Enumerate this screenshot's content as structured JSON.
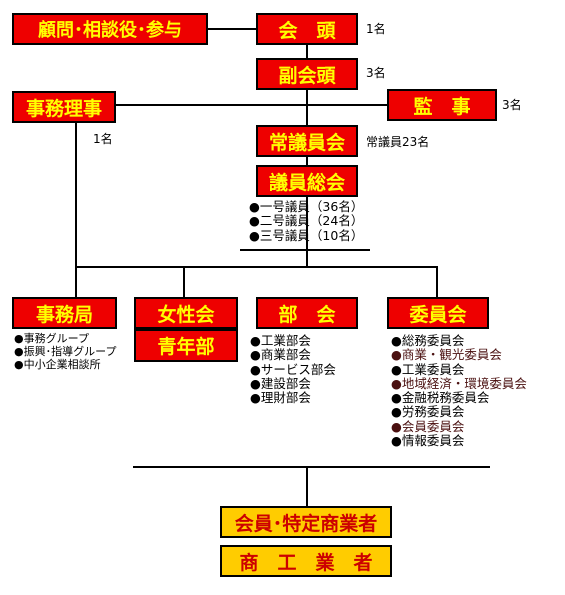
{
  "colors": {
    "box_red": "#ee0000",
    "box_text_yellow": "#ffff00",
    "box_yellow": "#ffcc00",
    "box_text_red": "#cc0000",
    "line": "#000000"
  },
  "boxes": {
    "advisors": "顧問･相談役･参与",
    "chairman": "会　頭",
    "vice_chairman": "副会頭",
    "executive_director": "事務理事",
    "auditor": "監　事",
    "standing_members": "常議員会",
    "general_assembly": "議員総会",
    "secretariat": "事務局",
    "womens_group": "女性会",
    "youth_group": "青年部",
    "divisions": "部　会",
    "committees": "委員会",
    "members": "会員･特定商業者",
    "merchants": "商　工　業　者"
  },
  "notes": {
    "chairman_count": "1名",
    "vice_count": "3名",
    "auditor_count": "3名",
    "director_count": "1名",
    "standing_count": "常議員23名"
  },
  "assembly_list": [
    "一号議員（36名）",
    "二号議員（24名）",
    "三号議員（10名）"
  ],
  "secretariat_list": [
    "事務グループ",
    "振興･指導グループ",
    "中小企業相談所"
  ],
  "division_list": [
    "工業部会",
    "商業部会",
    "サービス部会",
    "建設部会",
    "理財部会"
  ],
  "committee_list": [
    {
      "label": "総務委員会",
      "tone": "normal"
    },
    {
      "label": "商業・観光委員会",
      "tone": "dark"
    },
    {
      "label": "工業委員会",
      "tone": "normal"
    },
    {
      "label": "地域経済・環境委員会",
      "tone": "dark"
    },
    {
      "label": "金融税務委員会",
      "tone": "normal"
    },
    {
      "label": "労務委員会",
      "tone": "normal"
    },
    {
      "label": "会員委員会",
      "tone": "dark"
    },
    {
      "label": "情報委員会",
      "tone": "normal"
    }
  ]
}
